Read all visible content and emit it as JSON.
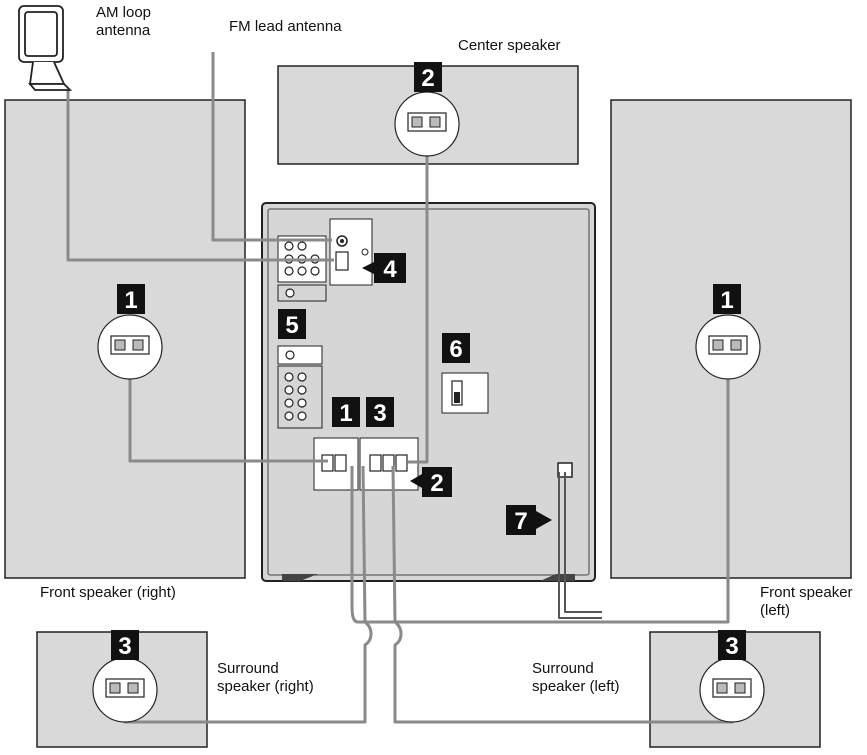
{
  "labels": {
    "am_antenna": "AM loop\nantenna",
    "fm_antenna": "FM lead antenna",
    "center_speaker": "Center speaker",
    "front_right": "Front speaker (right)",
    "front_left": "Front speaker\n(left)",
    "surround_right": "Surround\nspeaker (right)",
    "surround_left": "Surround\nspeaker (left)"
  },
  "badges": {
    "front_right": "1",
    "center": "2",
    "front_left": "1",
    "surround_right": "3",
    "surround_left": "3",
    "antenna_jack": "4",
    "audio_jacks": "5",
    "switch": "6",
    "power_cord": "7",
    "terminal_front": "1",
    "terminal_surround": "3",
    "terminal_center": "2"
  },
  "colors": {
    "speaker_fill": "#d9d9d9",
    "badge_fill": "#111111",
    "wire": "#8a8a8a",
    "outline": "#222222"
  }
}
